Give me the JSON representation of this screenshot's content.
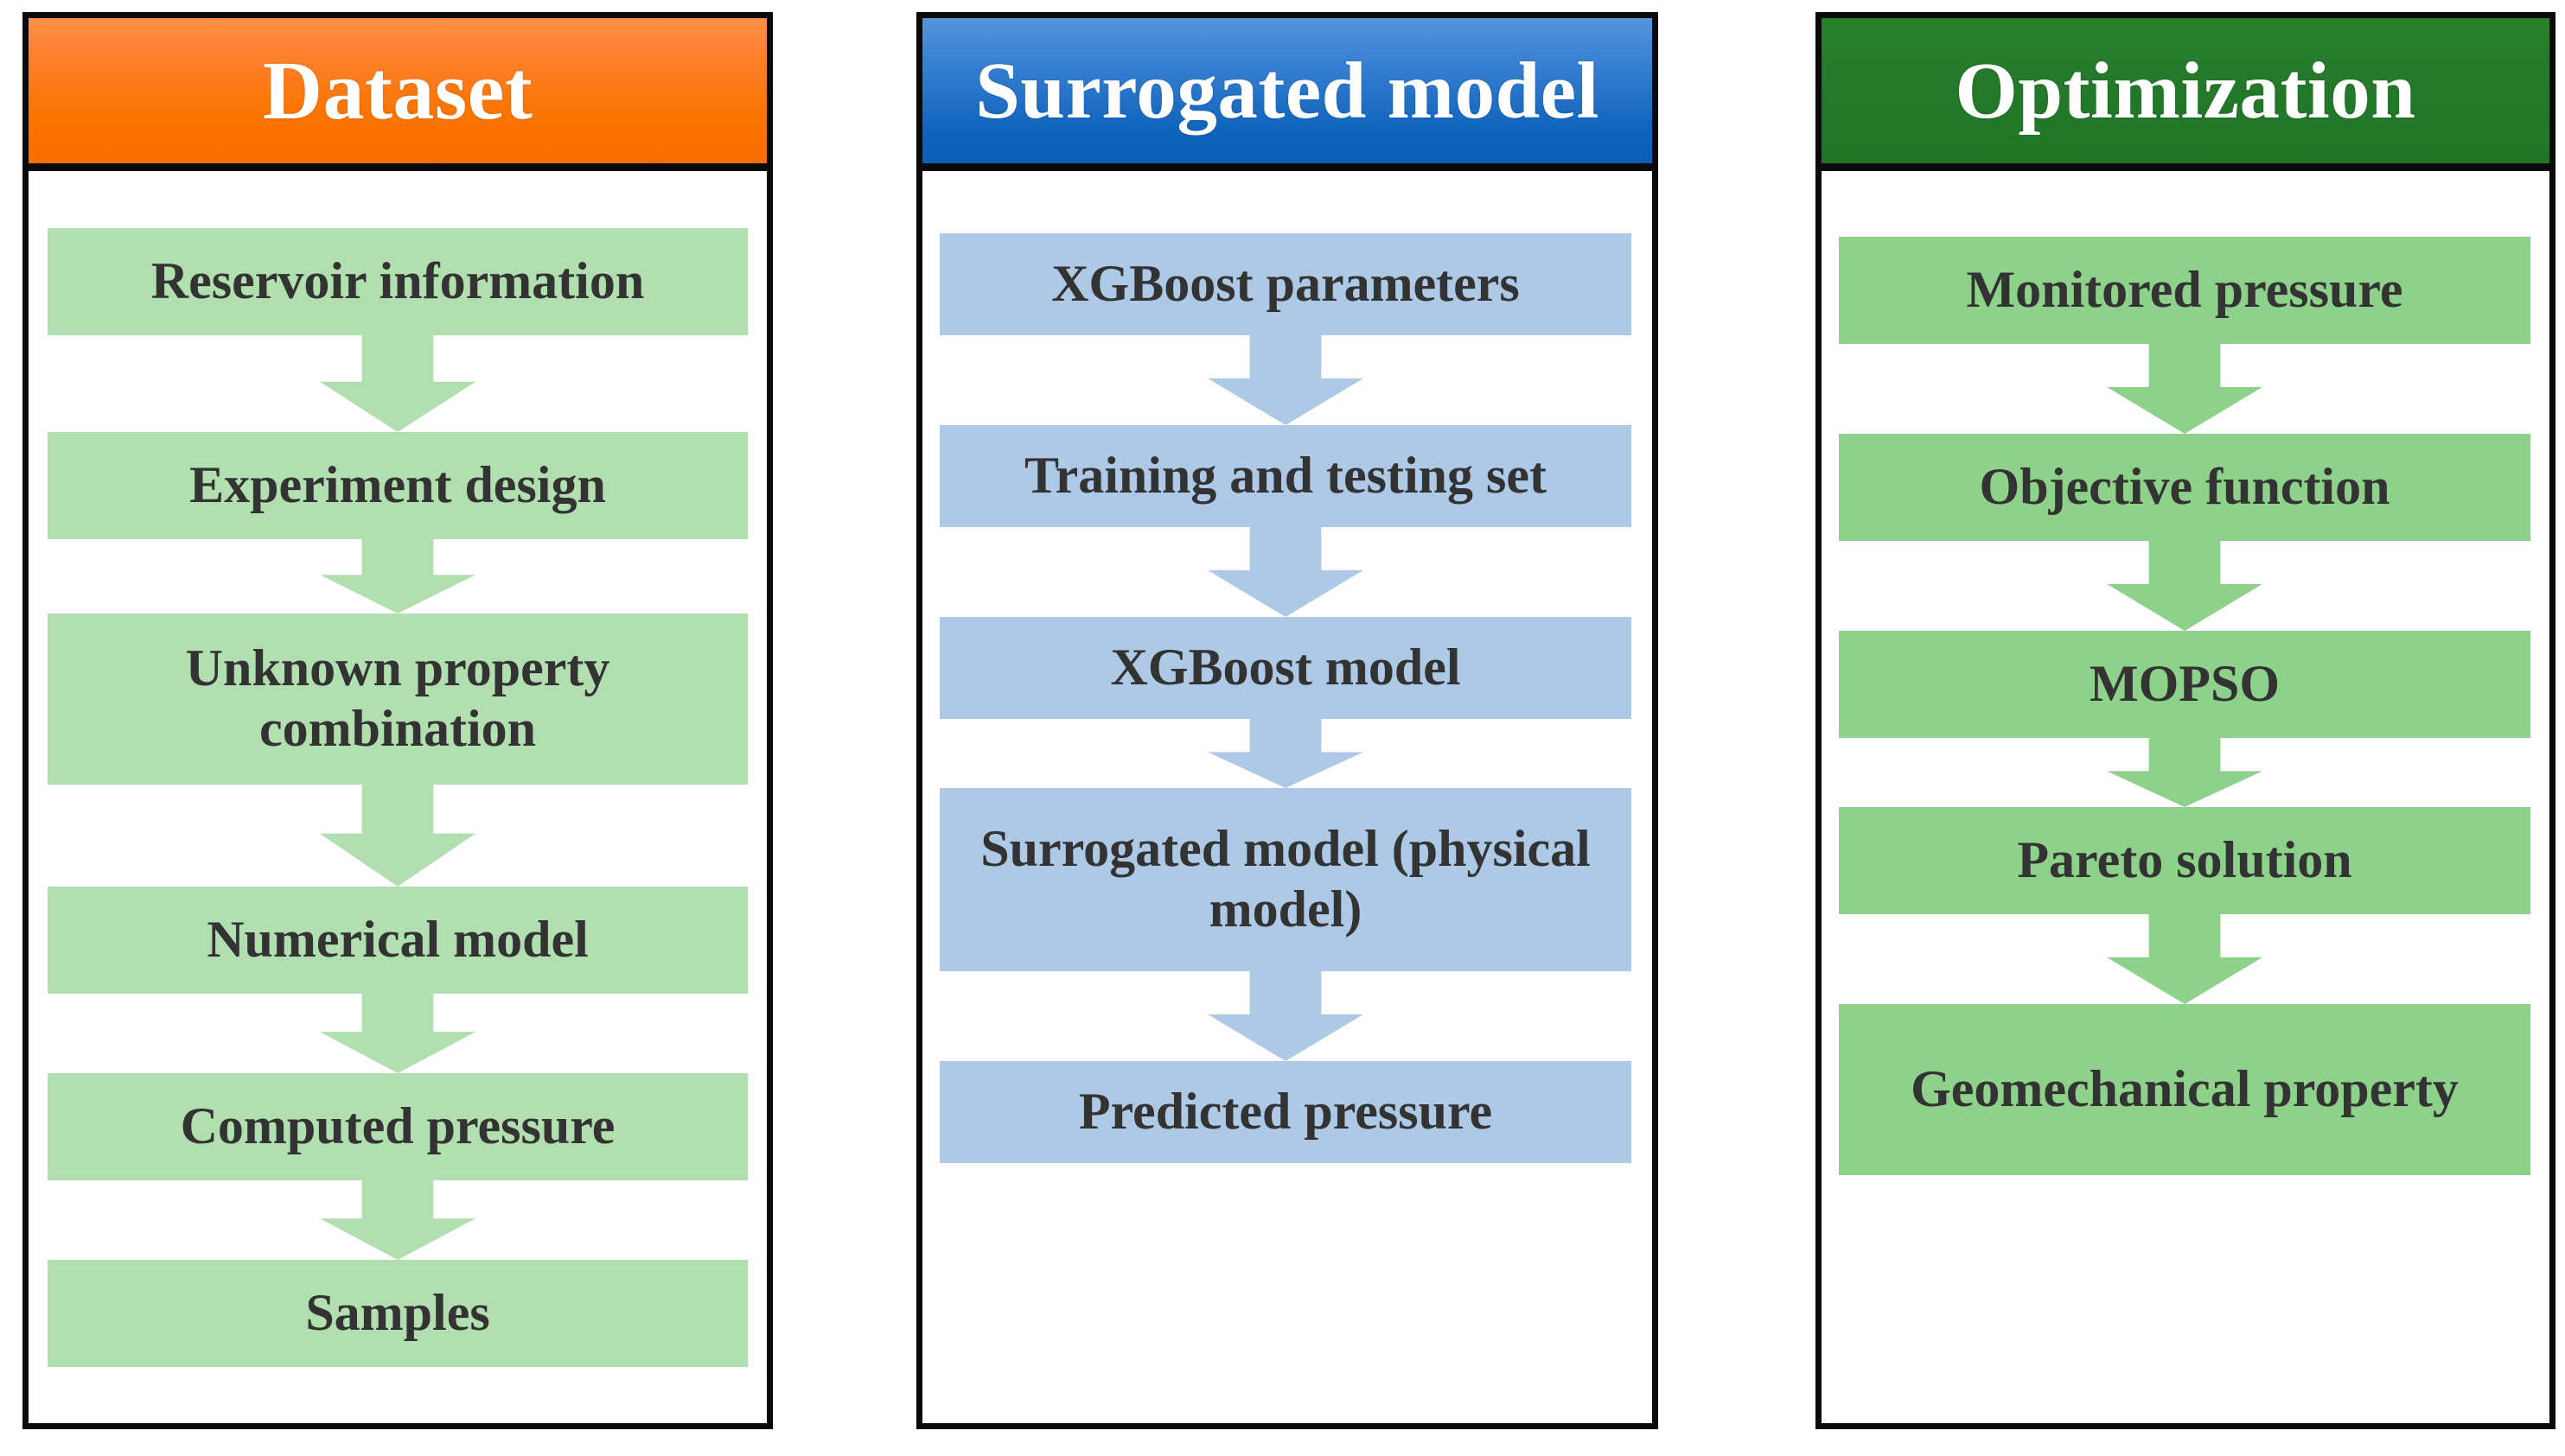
{
  "colors": {
    "dataset_header_top": "#ff9147",
    "dataset_header_bottom": "#f86f00",
    "surrogate_header_top": "#5596dd",
    "surrogate_header_bottom": "#0a5fb6",
    "optimization_header": "#207527",
    "dataset_box": "#b2dfb0",
    "surrogate_box": "#aec9e6",
    "optimization_box": "#8ed18b",
    "box_text": "#333333",
    "panel_border": "#0a0a0a",
    "header_text": "#ffffff"
  },
  "panels": [
    {
      "id": "dataset",
      "title": "Dataset",
      "steps": [
        {
          "label": "Reservoir information"
        },
        {
          "label": "Experiment design"
        },
        {
          "label": "Unknown property combination"
        },
        {
          "label": "Numerical model"
        },
        {
          "label": "Computed pressure"
        },
        {
          "label": "Samples"
        }
      ]
    },
    {
      "id": "surrogate",
      "title": "Surrogated model",
      "steps": [
        {
          "label": "XGBoost parameters"
        },
        {
          "label": "Training and testing set"
        },
        {
          "label": "XGBoost model"
        },
        {
          "label": "Surrogated model (physical model)"
        },
        {
          "label": "Predicted pressure"
        }
      ]
    },
    {
      "id": "optimization",
      "title": "Optimization",
      "steps": [
        {
          "label": "Monitored pressure"
        },
        {
          "label": "Objective function"
        },
        {
          "label": "MOPSO"
        },
        {
          "label": "Pareto solution"
        },
        {
          "label": "Geomechanical property"
        }
      ]
    }
  ],
  "flow_arrows": {
    "icon": "down-block-arrow-icon",
    "direction": "down"
  }
}
